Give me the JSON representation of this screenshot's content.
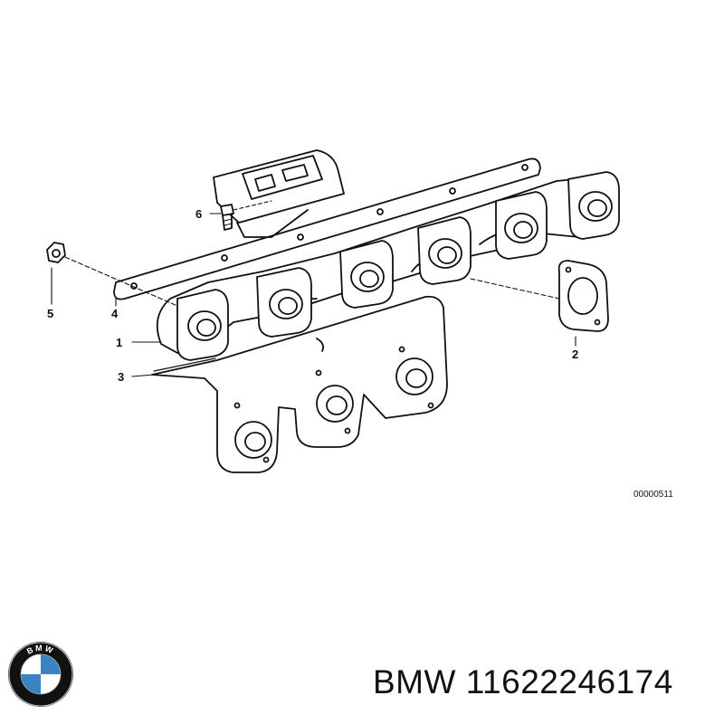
{
  "diagram": {
    "callouts": {
      "c1": "1",
      "c2": "2",
      "c3": "3",
      "c4": "4",
      "c5": "5",
      "c6": "6"
    },
    "reference_code": "00000511"
  },
  "logo": {
    "name": "bmw-roundel-logo",
    "lettering": "BMW",
    "colors": {
      "blue": "#3b82c4",
      "white": "#ffffff",
      "ring": "#111111"
    }
  },
  "caption": {
    "brand": "BMW",
    "part_number": "11622246174"
  }
}
